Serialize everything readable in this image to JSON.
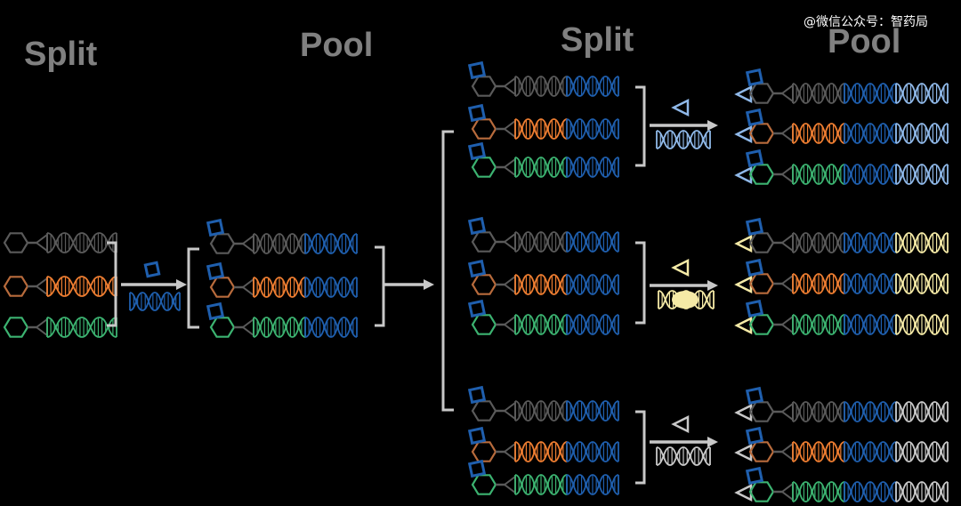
{
  "labels": {
    "split_1": "Split",
    "pool_1": "Pool",
    "split_2": "Split",
    "pool_2": "Pool",
    "watermark": "@微信公众号：智药局"
  },
  "colors": {
    "background": "#000000",
    "label_gray": "#808080",
    "bracket_gray": "#c8c8c8",
    "bb1_gray": "#5a5a5a",
    "bb1_orange": "#ed7d31",
    "bb1_orange_ring": "#b86b3c",
    "bb1_green": "#3cb371",
    "bb2_blue_square": "#1f5fae",
    "dna_blue": "#1f5fae",
    "bb3_light_blue": "#8fb8e8",
    "bb3_yellow": "#f5eaa6",
    "bb3_light_gray": "#c8c8c8",
    "linker_gray": "#5a5a5a"
  },
  "diagram": {
    "title": "DNA-encoded library split-and-pool synthesis",
    "round1_building_blocks": [
      "gray",
      "orange",
      "green"
    ],
    "round2_building_block": "blue-square",
    "round3_building_blocks": [
      "light-blue-triangle",
      "yellow-triangle",
      "light-gray-triangle"
    ],
    "steps": [
      {
        "name": "Split",
        "description": "three hexagon building blocks each with DNA tag"
      },
      {
        "name": "Pool",
        "description": "add blue square block + blue DNA tag"
      },
      {
        "name": "Split",
        "description": "pooled library split into three portions"
      },
      {
        "name": "Pool",
        "description": "each portion gets triangle block + DNA tag"
      }
    ]
  }
}
